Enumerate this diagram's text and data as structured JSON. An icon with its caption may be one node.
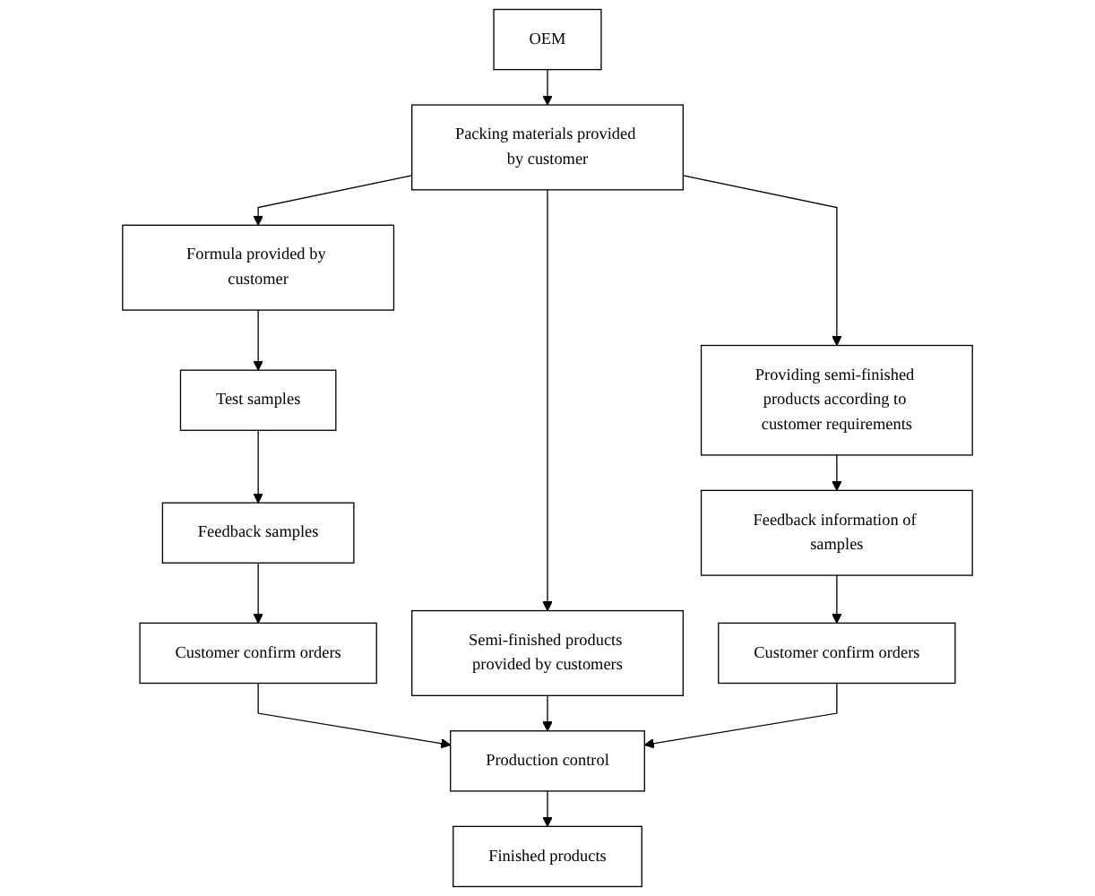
{
  "diagram": {
    "nodes": [
      {
        "text": [
          "OEM"
        ]
      },
      {
        "text": [
          "Packing materials provided by customer"
        ]
      },
      {
        "text": [
          "Formula provided by customer"
        ]
      },
      {
        "text": [
          "Semi-finished products provided by customers"
        ]
      },
      {
        "text": [
          "Providing semi-finished products according to customer requirements"
        ]
      },
      {
        "text": [
          "Test samples"
        ]
      },
      {
        "text": [
          "Feedback information of samples"
        ]
      },
      {
        "text": [
          "Feedback samples"
        ]
      },
      {
        "text": [
          "Customer confirm orders"
        ]
      },
      {
        "text": [
          "Production control"
        ]
      },
      {
        "text": [
          "Customer confirm orders"
        ]
      },
      {
        "text": [
          "Finished products"
        ]
      }
    ],
    "edges": [
      {
        "from": 0,
        "to": 1,
        "arrow": "to"
      },
      {
        "from": 1,
        "to": 2,
        "arrow": "to"
      },
      {
        "from": 1,
        "to": 3,
        "arrow": "to"
      },
      {
        "from": 1,
        "to": 4,
        "arrow": "to"
      },
      {
        "from": 2,
        "to": 5,
        "arrow": "to"
      },
      {
        "from": 5,
        "to": 7,
        "arrow": "to"
      },
      {
        "from": 4,
        "to": 6,
        "arrow": "to"
      },
      {
        "from": 7,
        "to": 8,
        "arrow": "to"
      },
      {
        "from": 6,
        "to": 10,
        "arrow": "to"
      },
      {
        "from": 8,
        "to": 9,
        "arrow": "to"
      },
      {
        "from": 3,
        "to": 9,
        "arrow": "to"
      },
      {
        "from": 10,
        "to": 9,
        "arrow": "to"
      },
      {
        "from": 9,
        "to": 11,
        "arrow": "to"
      }
    ]
  }
}
